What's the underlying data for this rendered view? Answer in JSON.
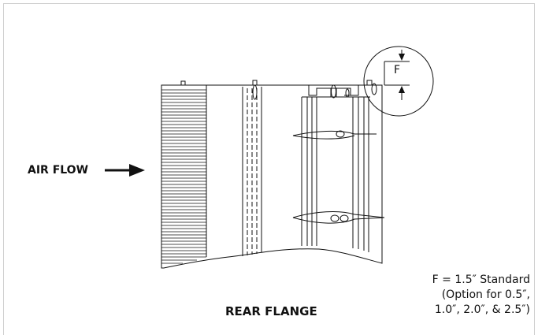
{
  "labels": {
    "air_flow": "AIR FLOW",
    "rear_flange": "REAR FLANGE",
    "dimension_letter": "F"
  },
  "note": {
    "line1": "F = 1.5″ Standard",
    "line2": "(Option for 0.5″,",
    "line3": "1.0″, 2.0″, & 2.5″)"
  },
  "colors": {
    "line": "#111111",
    "frame": "#cfcfcf"
  }
}
